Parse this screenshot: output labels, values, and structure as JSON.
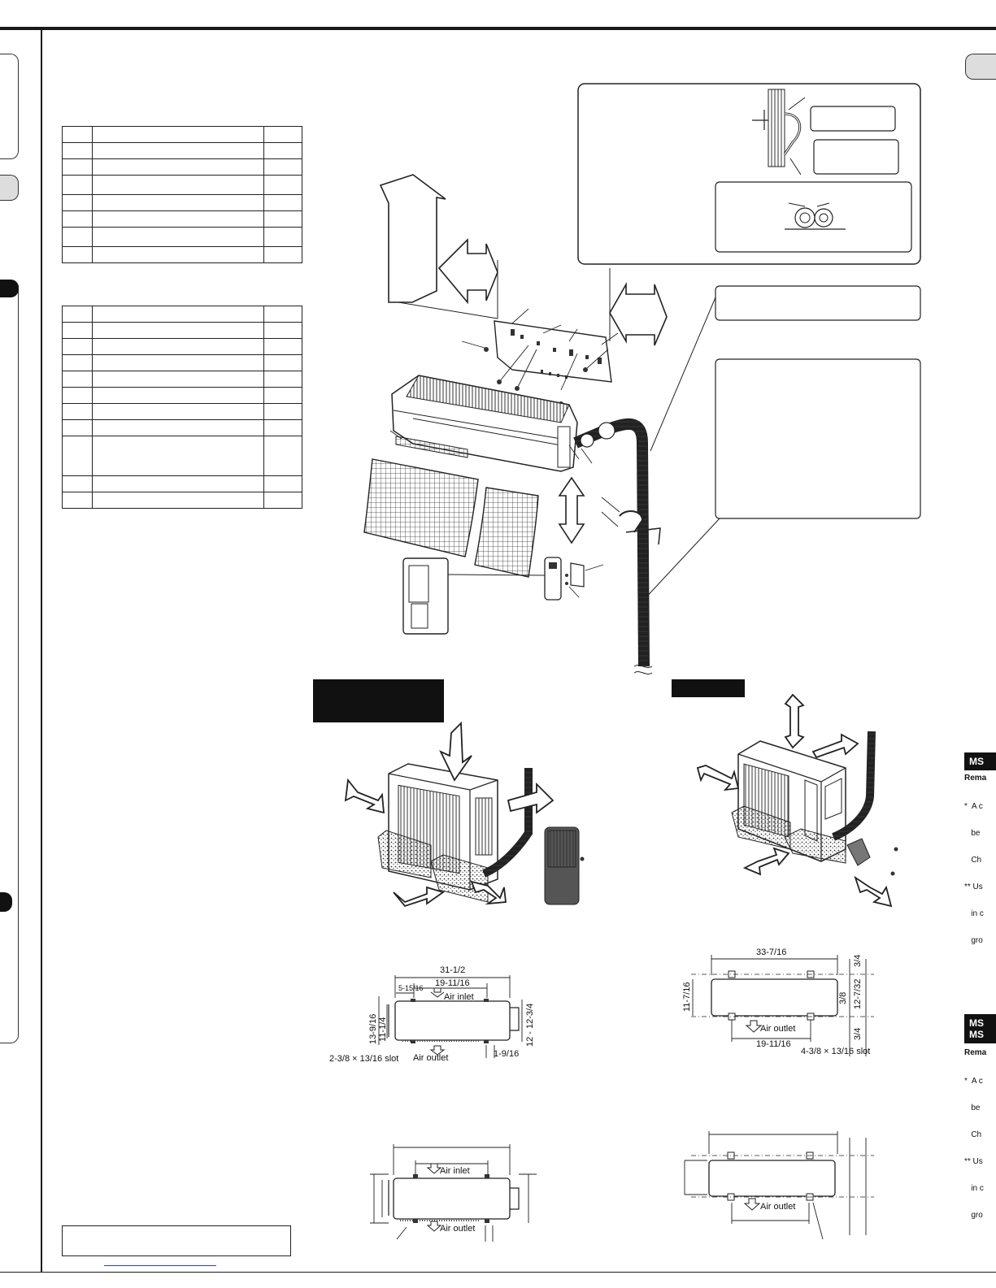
{
  "outdoor_top": {
    "width": "31-1/2",
    "bolt_pitch": "19-11/16",
    "offset": "5-15/16",
    "depth": "13-9/16",
    "depth_inner": "11-1/4",
    "depth_right": "12 - 12-3/4",
    "slot": "2-3/8 × 13/16 slot",
    "edge": "1-9/16",
    "air_inlet": "Air inlet",
    "air_outlet": "Air outlet"
  },
  "outdoor_top_right": {
    "width": "33-7/16",
    "depth": "11-7/16",
    "bolt_pitch": "19-11/16",
    "slot": "4-3/8 × 13/16 slot",
    "r1": "3/4",
    "r2": "3/8",
    "r3": "12-7/32",
    "r4": "3/4",
    "air_outlet": "Air outlet"
  },
  "outdoor_bottom_left": {
    "air_inlet": "Air inlet",
    "air_outlet": "Air outlet"
  },
  "outdoor_bottom_right": {
    "air_outlet": "Air outlet"
  },
  "right_column": {
    "box1": "MS",
    "remark1": "Rema",
    "remark1_lines": [
      "*  A c",
      "   be",
      "   Ch",
      "** Us",
      "   in c",
      "   gro"
    ],
    "box2_l1": "MS",
    "box2_l2": "MS",
    "remark2": "Rema",
    "remark2_lines": [
      "*  A c",
      "   be",
      "   Ch",
      "** Us",
      "   in c",
      "   gro"
    ]
  }
}
